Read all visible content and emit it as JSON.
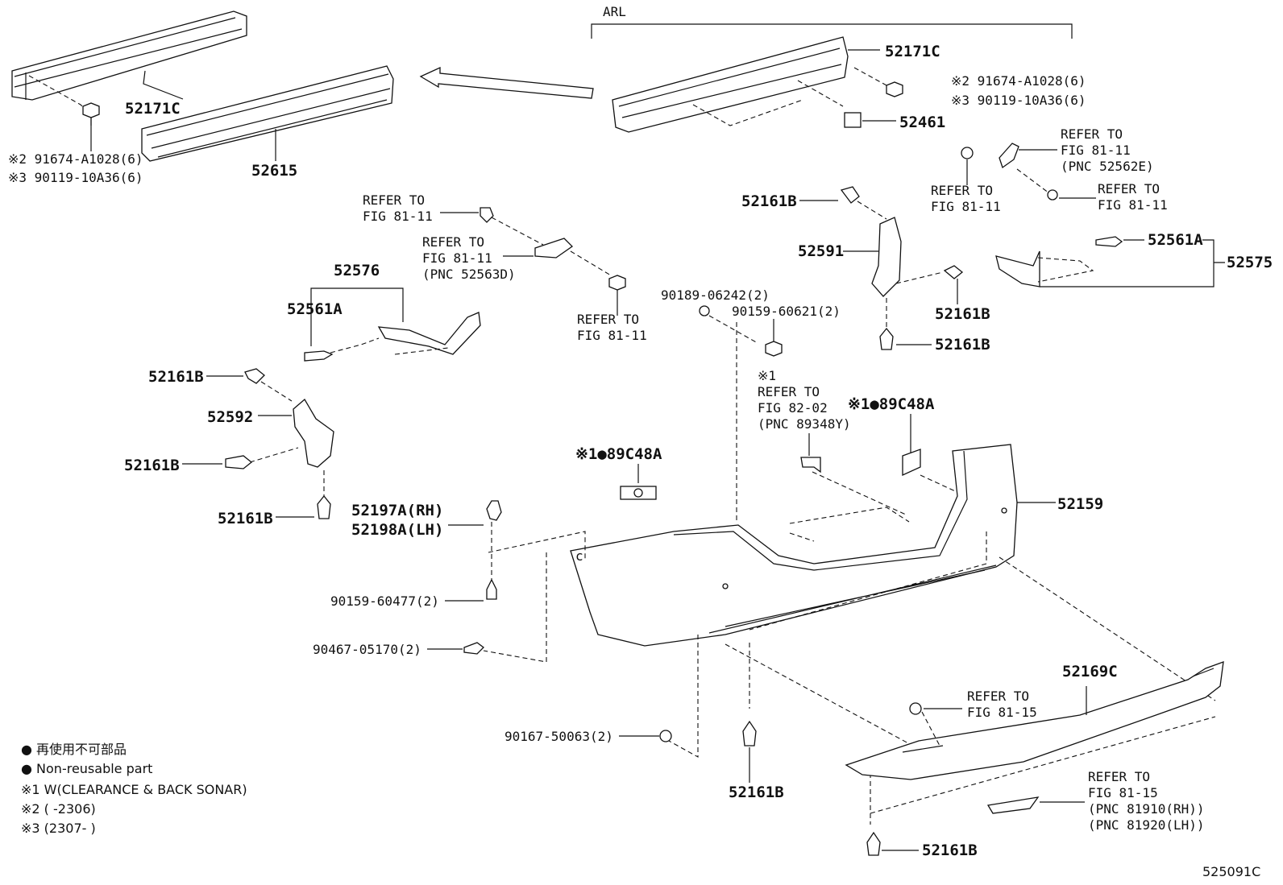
{
  "figure": {
    "code": "525091C",
    "group_label": "ARL"
  },
  "labels": {
    "rf_52171c": "52171C",
    "arl_52171c": "52171C",
    "n52615": "52615",
    "n52461": "52461",
    "left_note2": "※2 91674-A1028(6)",
    "left_note3": "※3 90119-10A36(6)",
    "right_note2": "※2 91674-A1028(6)",
    "right_note3": "※3 90119-10A36(6)",
    "refer_52562e_1": "REFER TO",
    "refer_52562e_2": "FIG 81-11",
    "refer_52562e_3": "(PNC 52562E)",
    "refer_clipA_1": "REFER TO",
    "refer_clipA_2": "FIG 81-11",
    "refer_boltB_1": "REFER TO",
    "refer_boltB_2": "FIG 81-11",
    "r_52161b_top": "52161B",
    "n52591": "52591",
    "n52561a_r": "52561A",
    "n52575": "52575",
    "r_52161b_mid": "52161B",
    "r_52161b_low": "52161B",
    "refer_top_l_1": "REFER TO",
    "refer_top_l_2": "FIG 81-11",
    "refer_563d_1": "REFER TO",
    "refer_563d_2": "FIG 81-11",
    "refer_563d_3": "(PNC 52563D)",
    "refer_bolt_l_1": "REFER TO",
    "refer_bolt_l_2": "FIG 81-11",
    "n52576": "52576",
    "n52561a_l": "52561A",
    "l_52161b_1": "52161B",
    "n52592": "52592",
    "l_52161b_2": "52161B",
    "l_52161b_3": "52161B",
    "n90189": "90189-06242(2)",
    "n90159_621": "90159-60621(2)",
    "refer_8202_0": "※1",
    "refer_8202_1": "REFER TO",
    "refer_8202_2": "FIG 82-02",
    "refer_8202_3": "(PNC 89348Y)",
    "n89c48a_r": "※1●89C48A",
    "n89c48a_l": "※1●89C48A",
    "n52159": "52159",
    "n52197a": "52197A(RH)",
    "n52198a": "52198A(LH)",
    "n90159_477": "90159-60477(2)",
    "n90467": "90467-05170(2)",
    "n52169c": "52169C",
    "refer_8115a_1": "REFER TO",
    "refer_8115a_2": "FIG 81-15",
    "n90167": "90167-50063(2)",
    "b_52161b_mid": "52161B",
    "refer_8115b_1": "REFER TO",
    "refer_8115b_2": "FIG 81-15",
    "refer_8115b_3": "(PNC 81910(RH))",
    "refer_8115b_4": "(PNC 81920(LH))",
    "b_52161b_low": "52161B"
  },
  "legend": {
    "line1": "● 再使用不可部品",
    "line2": "● Non-reusable part",
    "line3": "※1 W(CLEARANCE & BACK SONAR)",
    "line4": "※2 (        -2306)",
    "line5": "※3 (2307-        )"
  }
}
